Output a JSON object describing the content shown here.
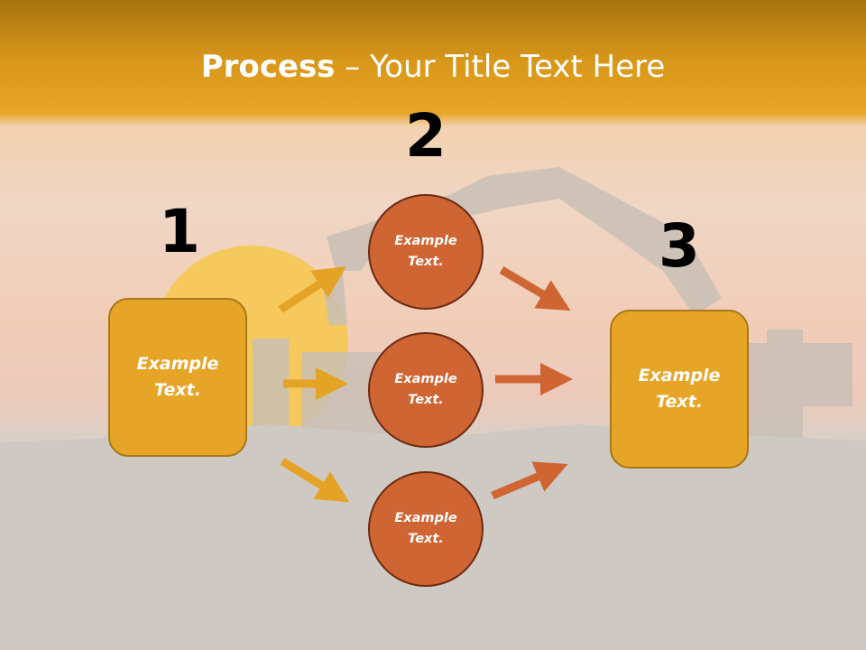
{
  "title": {
    "bold": "Process",
    "rest": " – Your Title Text Here"
  },
  "steps": [
    "1",
    "2",
    "3"
  ],
  "left_box": {
    "line1": "Example",
    "line2": "Text."
  },
  "circles": [
    {
      "line1": "Example",
      "line2": "Text."
    },
    {
      "line1": "Example",
      "line2": "Text."
    },
    {
      "line1": "Example",
      "line2": "Text."
    }
  ],
  "right_box": {
    "line1": "Example",
    "line2": "Text."
  },
  "colors": {
    "title_band": "#e8a426",
    "box_fill": "#e6a526",
    "circle_fill": "#cf6533",
    "arrow_left": "#e5a326",
    "arrow_right": "#cf6533"
  }
}
